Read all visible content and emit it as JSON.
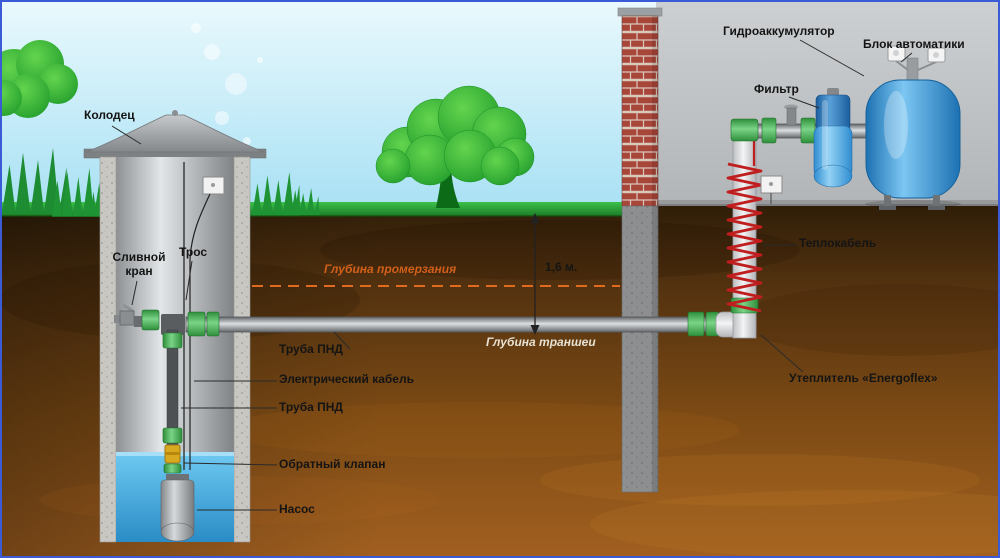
{
  "diagram": {
    "labels": {
      "well": "Колодец",
      "drain_valve": "Сливной кран",
      "cable": "Трос",
      "freezing_depth": "Глубина промерзания",
      "depth_value": "1,6 м.",
      "trench_depth": "Глубина траншеи",
      "hdpe_pipe_top": "Труба ПНД",
      "electric_cable": "Электрический кабель",
      "hdpe_pipe_bottom": "Труба ПНД",
      "check_valve": "Обратный клапан",
      "pump": "Насос",
      "hydroaccumulator": "Гидроаккумулятор",
      "automation_block": "Блок автоматики",
      "filter": "Фильтр",
      "heat_cable": "Теплокабель",
      "insulation": "Утеплитель «Energoflex»"
    },
    "colors": {
      "border_blue": "#3b5bd6",
      "sky": "#bfe9f6",
      "grass": "#27a336",
      "soil": "#7c4a14",
      "water": "#45b0e8",
      "fittings_green": "#3fae4a",
      "heat_cable_red": "#c01e1e",
      "freeze_line_orange": "#d2601a",
      "tank_blue": "#2f93d8",
      "label_text": "#141414",
      "trench_label_text": "#e6e1d3"
    }
  }
}
